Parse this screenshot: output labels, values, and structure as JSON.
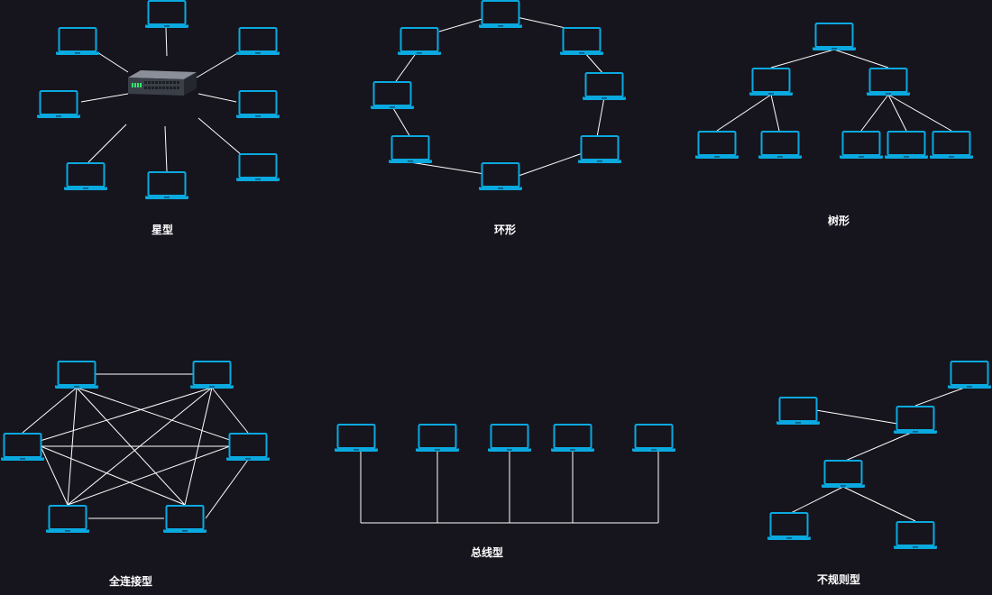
{
  "captions": {
    "star": "星型",
    "ring": "环形",
    "tree": "树形",
    "mesh": "全连接型",
    "bus": "总线型",
    "irregular": "不规则型"
  },
  "icons": {
    "node": "laptop-icon",
    "hub": "network-switch-icon"
  },
  "colors": {
    "background": "#16151d",
    "laptop": "#0aa9e0",
    "link": "#ffffff"
  }
}
